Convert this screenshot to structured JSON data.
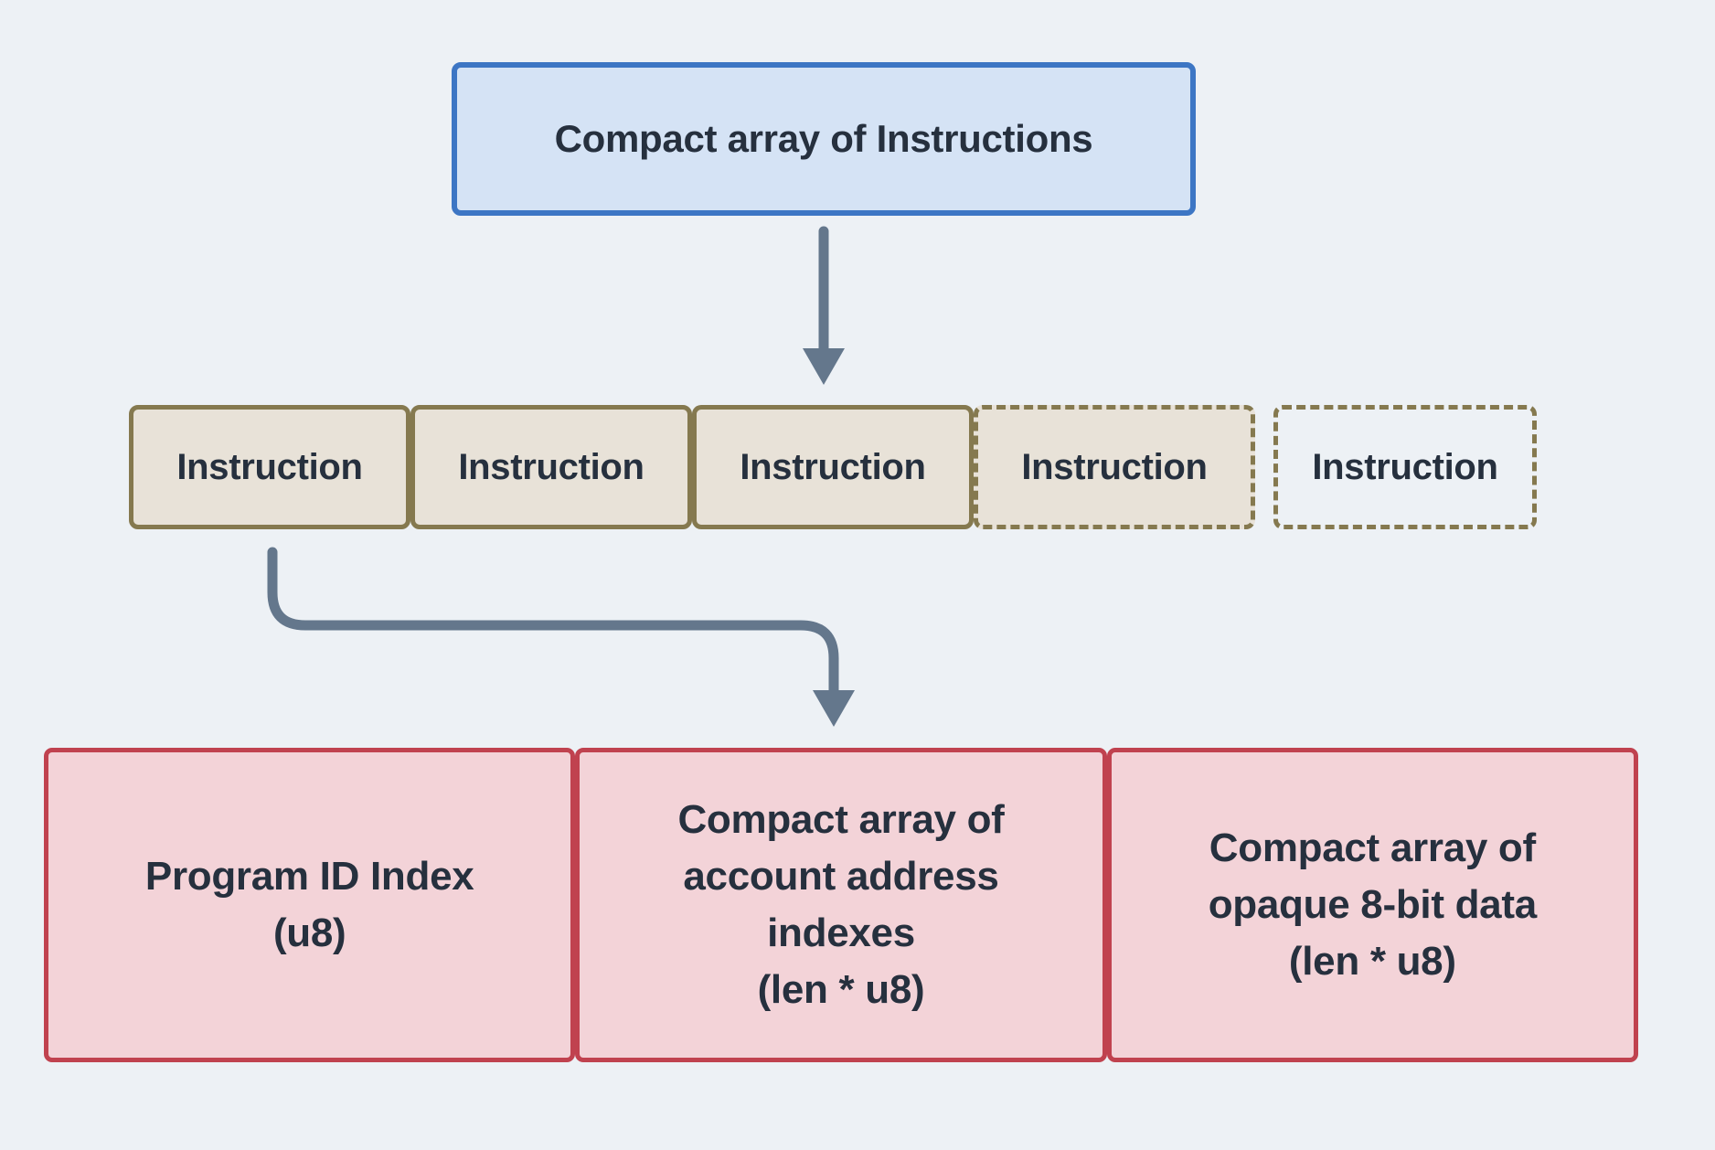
{
  "diagram": {
    "title_box": {
      "label": "Compact array of Instructions"
    },
    "instruction_row": {
      "items": [
        {
          "label": "Instruction",
          "style": "solid"
        },
        {
          "label": "Instruction",
          "style": "solid"
        },
        {
          "label": "Instruction",
          "style": "solid"
        },
        {
          "label": "Instruction",
          "style": "dashed-filled"
        },
        {
          "label": "Instruction",
          "style": "dashed-empty"
        }
      ]
    },
    "detail_row": {
      "boxes": [
        {
          "name": "program-id-index",
          "lines": [
            "Program ID Index",
            "(u8)"
          ]
        },
        {
          "name": "account-address-indexes",
          "lines": [
            "Compact array of",
            "account address",
            "indexes",
            "(len * u8)"
          ]
        },
        {
          "name": "opaque-8bit-data",
          "lines": [
            "Compact array of",
            "opaque 8-bit data",
            "(len * u8)"
          ]
        }
      ]
    },
    "icons": {
      "down_arrow": "arrow-down-icon",
      "elbow_arrow": "arrow-elbow-down-icon"
    }
  },
  "colors": {
    "bg": "#edf1f5",
    "ink": "#26303e",
    "blue_border": "#3d76c4",
    "blue_fill": "#d5e3f5",
    "olive_border": "#85794f",
    "beige_fill": "#e8e2d8",
    "slate_arrow": "#64778c",
    "red_border": "#c0424f",
    "pink_fill": "#f3d3d8"
  }
}
